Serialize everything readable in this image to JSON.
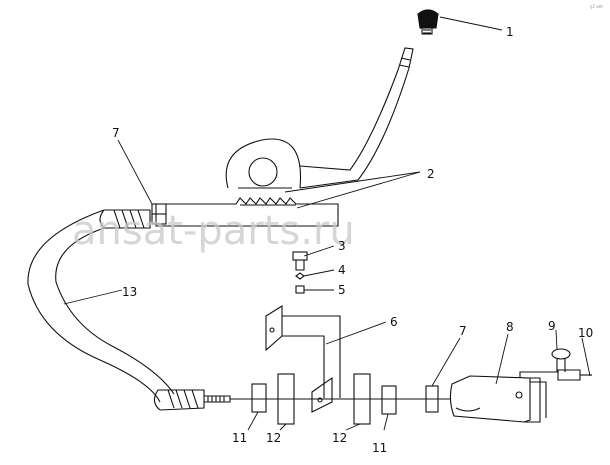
{
  "diagram": {
    "labels": {
      "l1": "1",
      "l2": "2",
      "l3": "3",
      "l4": "4",
      "l5": "5",
      "l6": "6",
      "l7a": "7",
      "l7b": "7",
      "l8": "8",
      "l9": "9",
      "l10": "10",
      "l11a": "11",
      "l11b": "11",
      "l12a": "12",
      "l12b": "12",
      "l13": "13"
    },
    "watermark": "ansat-parts.ru",
    "corner_mark": "ŋ7 om"
  }
}
